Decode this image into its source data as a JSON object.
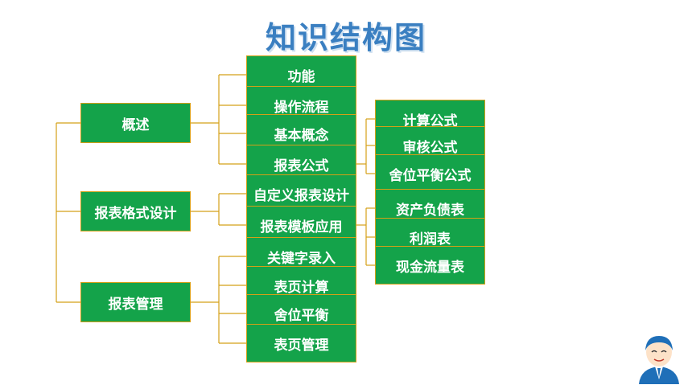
{
  "title": "知识结构图",
  "colors": {
    "node_fill": "#14a34a",
    "node_border": "#d4a017",
    "line": "#d4a017",
    "title": "#3a7fc1"
  },
  "level1": [
    "概述",
    "报表格式设计",
    "报表管理"
  ],
  "level2": [
    "功能",
    "操作流程",
    "基本概念",
    "报表公式",
    "自定义报表设计",
    "报表模板应用",
    "关键字录入",
    "表页计算",
    "舍位平衡",
    "表页管理"
  ],
  "level3": [
    "计算公式",
    "审核公式",
    "舍位平衡公式",
    "资产负债表",
    "利润表",
    "现金流量表"
  ],
  "icons": {
    "avatar": "person-avatar-icon"
  }
}
